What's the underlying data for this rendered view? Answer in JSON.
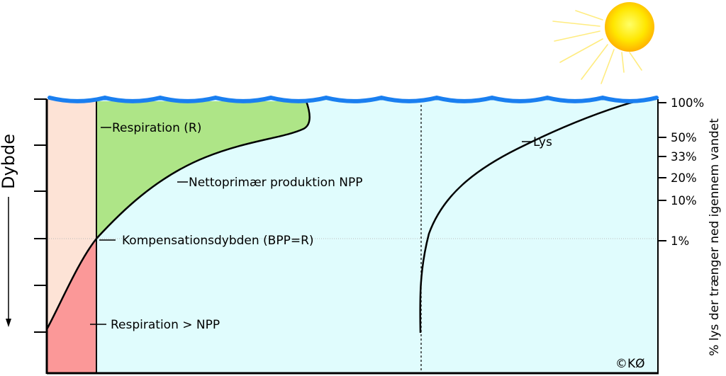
{
  "labels": {
    "respiration": "Respiration (R)",
    "npp": "Nettoprimær produktion NPP",
    "compensation": "Kompensationsdybden (BPP=R)",
    "resp_gt_npp": "Respiration > NPP",
    "light": "Lys",
    "copyright": "©KØ"
  },
  "axis": {
    "left_title": "Dybde",
    "right_title": "% lys der trænger ned igennem vandet",
    "right_ticks": [
      "100%",
      "50%",
      "33%",
      "20%",
      "10%",
      "1%"
    ]
  },
  "colors": {
    "water": "#e0fcfd",
    "respiration_band": "#fde3d6",
    "npp_area": "#aee587",
    "deficit_area": "#fb9898",
    "wave": "#1a7ff0",
    "sun": "#ffd400",
    "sun_rays": "#ffec80"
  },
  "icons": {
    "sun": "sun-icon",
    "depth_arrow": "down-arrow-icon"
  }
}
